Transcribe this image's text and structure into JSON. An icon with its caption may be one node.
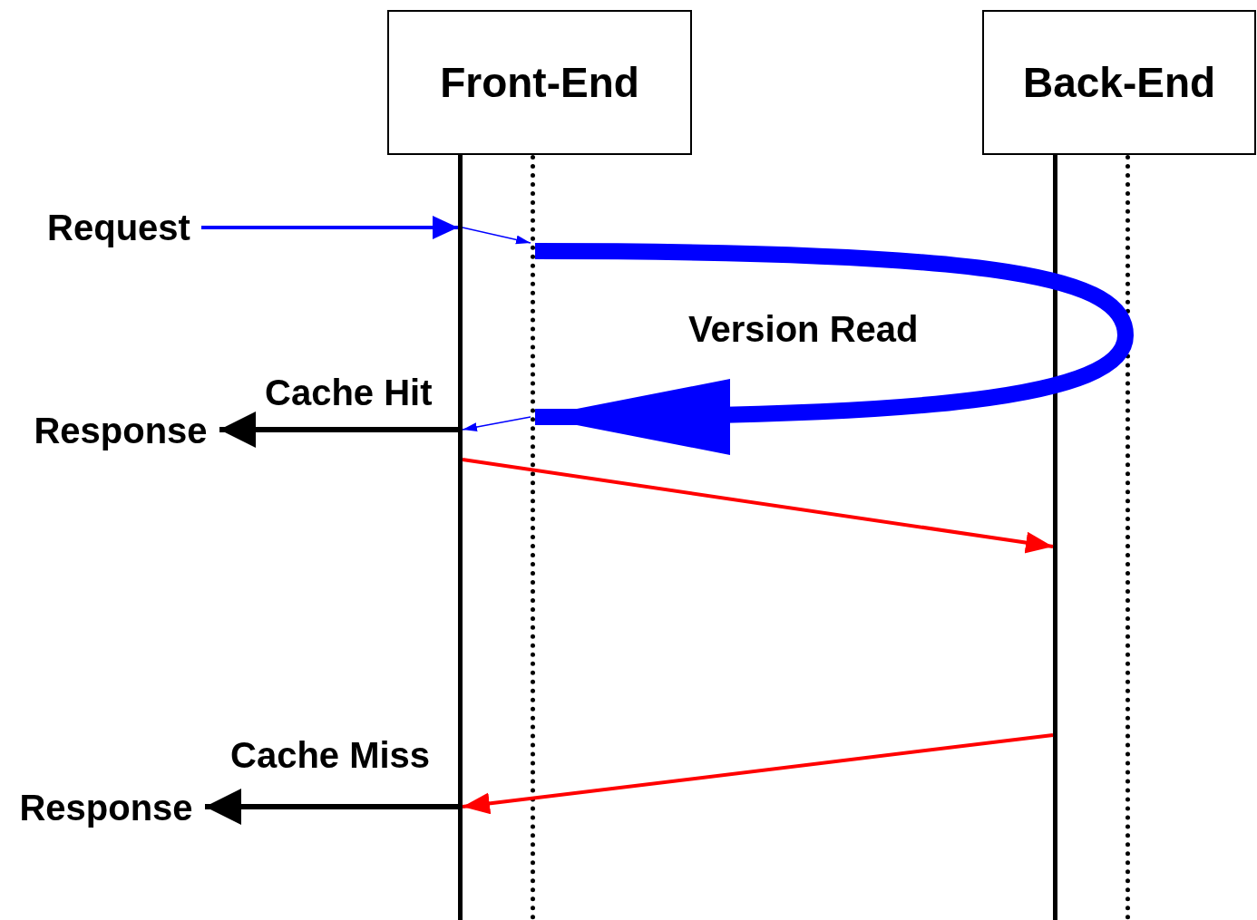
{
  "diagram": {
    "nodes": [
      {
        "text": [
          "Front-End"
        ]
      },
      {
        "text": [
          "Back-End"
        ]
      },
      {
        "text": [
          "Request"
        ]
      },
      {
        "text": [
          "Response"
        ]
      },
      {
        "text": [
          "Response"
        ]
      },
      {
        "text": [],
        "shape": "bar"
      },
      {
        "text": [],
        "shape": "bar"
      },
      {
        "text": [],
        "shape": "bar"
      },
      {
        "text": [],
        "shape": "bar"
      }
    ],
    "edges": [
      {
        "from": 2,
        "to": 5,
        "arrow": "to",
        "color": "#0000ff"
      },
      {
        "from": 5,
        "to": 6,
        "arrow": "to",
        "color": "#0000ff"
      },
      {
        "from": 6,
        "to": 8,
        "arrow": "none",
        "style": "thick",
        "color": "#0000ff"
      },
      {
        "from": 8,
        "to": 6,
        "arrow": "to",
        "label": "Version Read",
        "style": "thick",
        "color": "#0000ff"
      },
      {
        "from": 6,
        "to": 5,
        "arrow": "to",
        "color": "#0000ff"
      },
      {
        "from": 5,
        "to": 3,
        "arrow": "to",
        "label": "Cache Hit",
        "color": "#000000"
      },
      {
        "from": 5,
        "to": 7,
        "arrow": "to",
        "color": "#ff0000"
      },
      {
        "from": 7,
        "to": 5,
        "arrow": "to",
        "color": "#ff0000"
      },
      {
        "from": 5,
        "to": 4,
        "arrow": "to",
        "label": "Cache Miss",
        "color": "#000000"
      }
    ]
  }
}
